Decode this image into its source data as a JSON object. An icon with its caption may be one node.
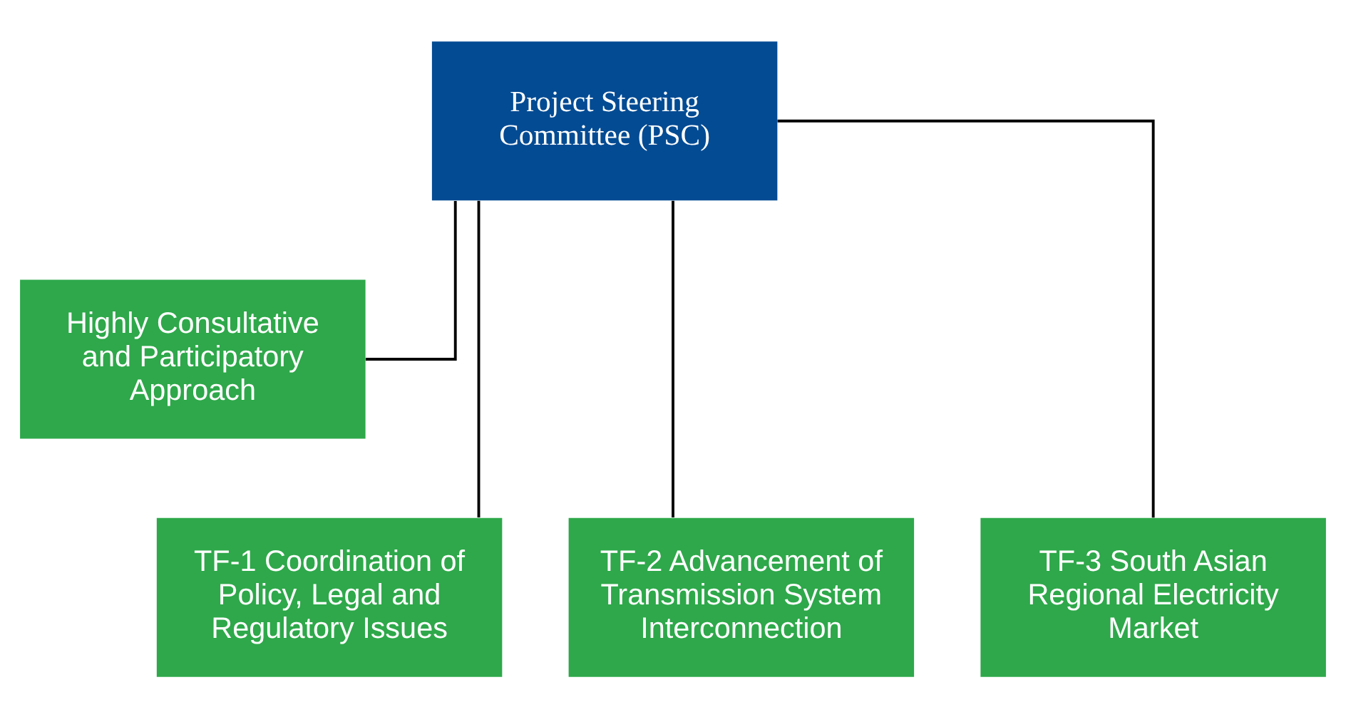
{
  "diagram": {
    "nodes": [
      {
        "text": [
          "Project Steering Committee (PSC)"
        ]
      },
      {
        "text": [
          "Highly Consultative and Participatory Approach"
        ]
      },
      {
        "text": [
          "TF-1 Coordination of Policy, Legal and Regulatory Issues"
        ]
      },
      {
        "text": [
          "TF-2 Advancement of Transmission System Interconnection"
        ]
      },
      {
        "text": [
          "TF-3 South Asian Regional Electricity Market"
        ]
      }
    ],
    "edges": [
      {
        "from": 1,
        "to": 0,
        "arrow": "none"
      },
      {
        "from": 0,
        "to": 2,
        "arrow": "none"
      },
      {
        "from": 0,
        "to": 3,
        "arrow": "none"
      },
      {
        "from": 0,
        "to": 4,
        "arrow": "none"
      }
    ]
  }
}
